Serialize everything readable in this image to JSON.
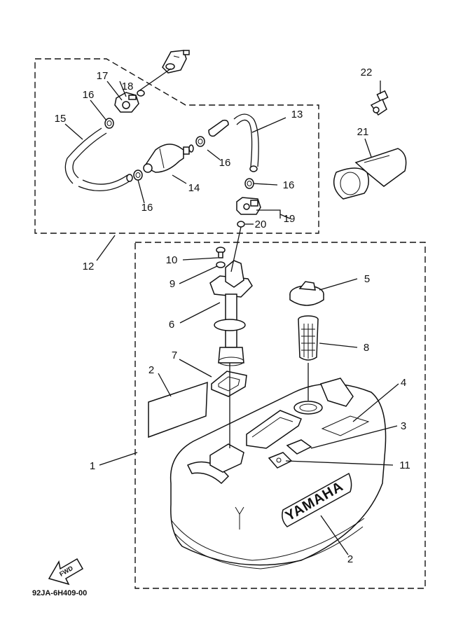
{
  "diagram_code": "92JA-6H409-00",
  "fwd_label": "FWD",
  "brand": "YAMAHA",
  "callouts": [
    {
      "id": "c1",
      "label": "1"
    },
    {
      "id": "c2a",
      "label": "2"
    },
    {
      "id": "c2b",
      "label": "2"
    },
    {
      "id": "c3",
      "label": "3"
    },
    {
      "id": "c4",
      "label": "4"
    },
    {
      "id": "c5",
      "label": "5"
    },
    {
      "id": "c6",
      "label": "6"
    },
    {
      "id": "c7",
      "label": "7"
    },
    {
      "id": "c8",
      "label": "8"
    },
    {
      "id": "c9",
      "label": "9"
    },
    {
      "id": "c10",
      "label": "10"
    },
    {
      "id": "c11",
      "label": "11"
    },
    {
      "id": "c12",
      "label": "12"
    },
    {
      "id": "c13",
      "label": "13"
    },
    {
      "id": "c14",
      "label": "14"
    },
    {
      "id": "c15",
      "label": "15"
    },
    {
      "id": "c16a",
      "label": "16"
    },
    {
      "id": "c16b",
      "label": "16"
    },
    {
      "id": "c16c",
      "label": "16"
    },
    {
      "id": "c16d",
      "label": "16"
    },
    {
      "id": "c17",
      "label": "17"
    },
    {
      "id": "c18",
      "label": "18"
    },
    {
      "id": "c19",
      "label": "19"
    },
    {
      "id": "c20",
      "label": "20"
    },
    {
      "id": "c21",
      "label": "21"
    },
    {
      "id": "c22",
      "label": "22"
    }
  ]
}
